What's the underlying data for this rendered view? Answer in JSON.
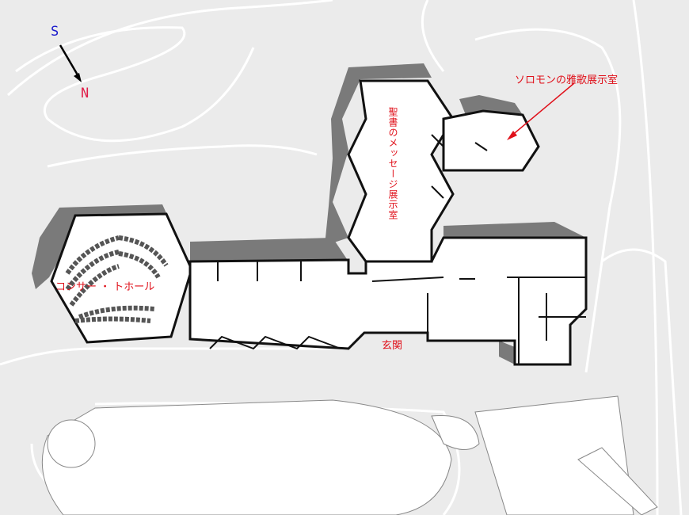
{
  "compass": {
    "south": "S",
    "north": "N",
    "south_color": "#1a1acc",
    "north_color": "#e0204a"
  },
  "labels": {
    "solomon_room": "ソロモンの雅歌展示室",
    "bible_message_room": "聖書のメッセージ展示室",
    "concert_hall": "コンサー ・ トホール",
    "entrance": "玄関"
  },
  "colors": {
    "label": "#e0101a",
    "ground": "#ebebeb",
    "shadow": "#7a7a7a",
    "wall": "#111111"
  }
}
